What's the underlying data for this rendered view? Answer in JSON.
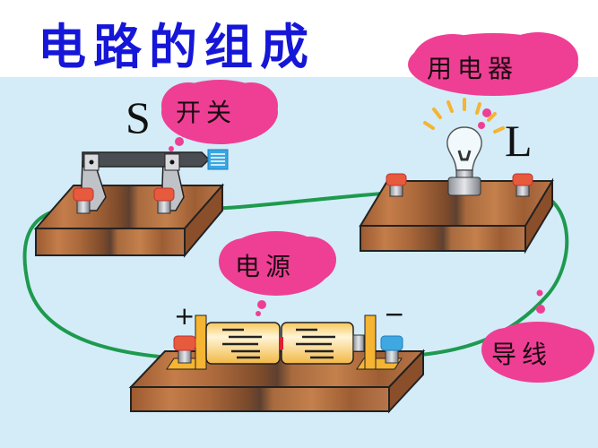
{
  "title": "电路的组成",
  "components": {
    "switch": {
      "label": "开关",
      "symbol": "S"
    },
    "appliance": {
      "label": "用电器",
      "symbol": "L"
    },
    "power_source": {
      "label": "电源",
      "positive": "+",
      "negative": "−"
    },
    "wire": {
      "label": "导线"
    }
  },
  "colors": {
    "title": "#1616d8",
    "background": "#d3ecf8",
    "cloud": "#ee3f95",
    "wire": "#1e9a4e",
    "wood": "#b0683a",
    "terminal_positive": "#e85a3c",
    "terminal_negative": "#3fa8e0",
    "battery": "#fbd97a"
  }
}
